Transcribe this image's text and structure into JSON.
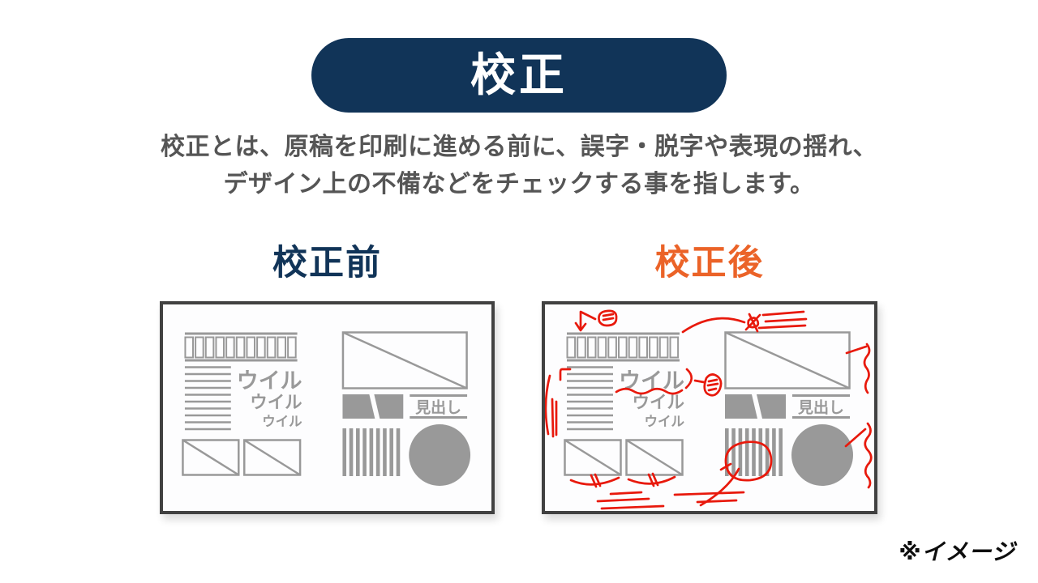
{
  "title_badge": {
    "label": "校正"
  },
  "description": {
    "line1": "校正とは、原稿を印刷に進める前に、誤字・脱字や表現の揺れ、",
    "line2": "デザイン上の不備などをチェックする事を指します。"
  },
  "comparison": {
    "before": {
      "label": "校正前"
    },
    "after": {
      "label": "校正後"
    }
  },
  "mockup": {
    "body_word_1": "ウイル",
    "body_word_2": "ウイル",
    "body_word_3": "ウイル",
    "heading_placeholder": "見出し"
  },
  "footnote": {
    "label": "※イメージ"
  },
  "colors": {
    "navy": "#113458",
    "orange": "#eb6328",
    "proof_red": "#e8190c",
    "mock_gray": "#999999",
    "text_gray": "#555555"
  }
}
